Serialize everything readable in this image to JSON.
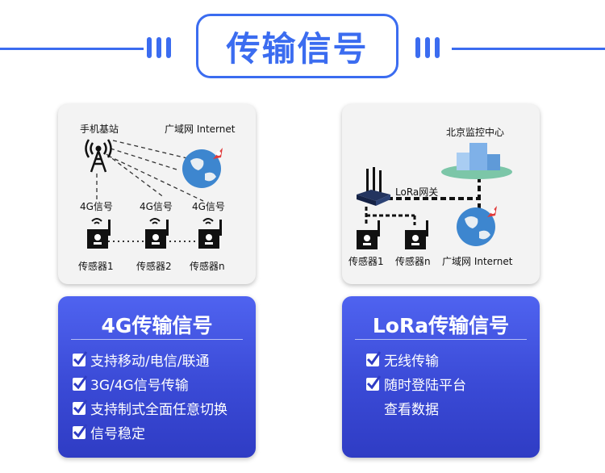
{
  "header": {
    "title": "传输信号",
    "accent": "#3b6cf0"
  },
  "left_diagram": {
    "tower_label": "手机基站",
    "internet_label": "广域网 Internet",
    "signal_labels": [
      "4G信号",
      "4G信号",
      "4G信号"
    ],
    "sensor_labels": [
      "传感器1",
      "传感器2",
      "传感器n"
    ]
  },
  "right_diagram": {
    "center_label": "北京监控中心",
    "gateway_label": "LoRa网关",
    "internet_label": "广域网 Internet",
    "sensor_labels": [
      "传感器1",
      "传感器n"
    ]
  },
  "cards": [
    {
      "title": "4G传输信号",
      "features": [
        "支持移动/电信/联通",
        "3G/4G信号传输",
        "支持制式全面任意切换",
        "信号稳定"
      ]
    },
    {
      "title": "LoRa传输信号",
      "features": [
        "无线传输",
        "随时登陆平台",
        "查看数据"
      ]
    }
  ]
}
